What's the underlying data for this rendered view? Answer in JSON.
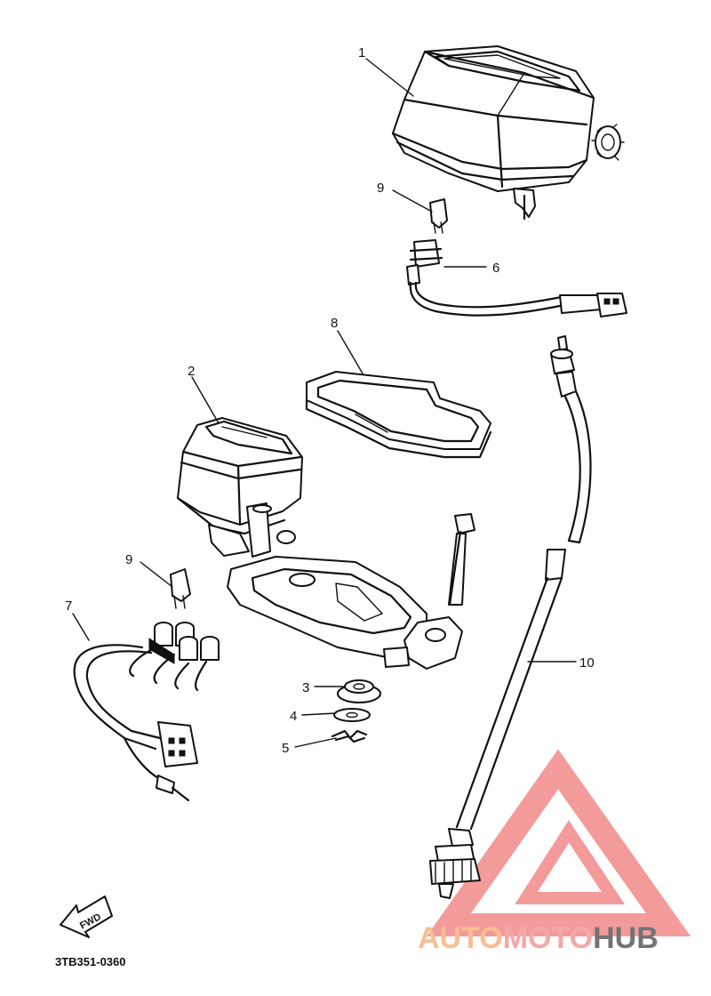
{
  "diagram_code": "3TB351-0360",
  "fwd_label": "FWD",
  "callouts": [
    {
      "id": "meter-assembly",
      "label": "1"
    },
    {
      "id": "meter-assembly-lower",
      "label": "2"
    },
    {
      "id": "damper",
      "label": "3"
    },
    {
      "id": "washer",
      "label": "4"
    },
    {
      "id": "nut-clip",
      "label": "5"
    },
    {
      "id": "socket-cord-upper",
      "label": "6"
    },
    {
      "id": "socket-cord-lower",
      "label": "7"
    },
    {
      "id": "meter-gasket",
      "label": "8"
    },
    {
      "id": "bulb-upper",
      "label": "9"
    },
    {
      "id": "bulb-lower",
      "label": "9"
    },
    {
      "id": "speedometer-cable",
      "label": "10"
    }
  ],
  "watermark": {
    "part_auto": "AUTO",
    "part_moto": "MOTO",
    "part_hub": "HUB",
    "colors": {
      "auto": "#f7b37e",
      "moto": "#f29a9a",
      "hub": "#5b5b5b",
      "triangle": "#f28a8a"
    }
  }
}
